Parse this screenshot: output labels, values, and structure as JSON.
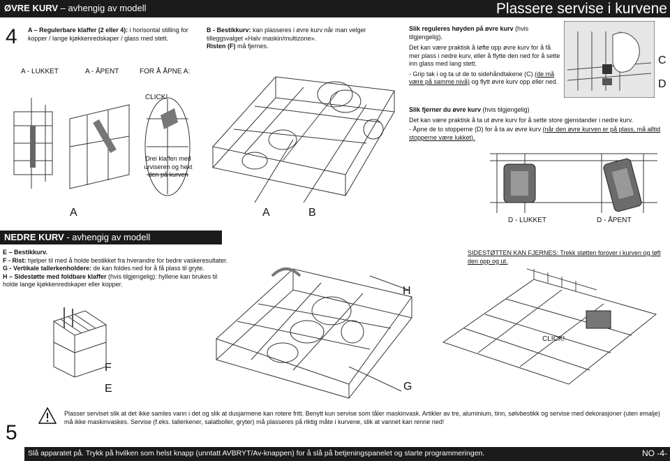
{
  "header": {
    "upper_basket_label": "ØVRE KURV",
    "upper_basket_suffix": " – avhengig av modell",
    "page_title": "Plassere servise i kurvene"
  },
  "step4": {
    "number": "4",
    "a_title": "A – Regulerbare klaffer (2 eller 4):",
    "a_text": " i horisontal stilling for kopper / lange kjøkkenredskaper / glass med stett.",
    "label_locked": "A - LUKKET",
    "label_open": "A - ÅPENT",
    "label_to_open": "FOR Å ÅPNE A:",
    "click": "CLICK!",
    "rotate_text": "Drei klaffen med urviseren og hekt den på kurven",
    "letter_a1": "A",
    "letter_a2": "A",
    "letter_b": "B"
  },
  "basket_b": {
    "title": "B - Bestikkurv:",
    "text": " kan plasseres i øvre kurv når man velger tilleggsvalget «Halv maskin/multizone».",
    "rack_title": "Risten (F)",
    "rack_text": " må fjernes."
  },
  "height": {
    "title": "Slik reguleres høyden på øvre kurv",
    "title_note": " (hvis tilgjengelig).",
    "p1": "Det kan være praktisk å løfte opp øvre kurv for å få mer plass i nedre kurv, eller å flytte den ned for å sette inn glass med lang stett.",
    "p2_a": "- Grip tak i og ta ut de to sidehåndtakene (C) ",
    "p2_b": "(de må være på samme nivå)",
    "p2_c": " og flytt øvre kurv opp eller ned.",
    "letter_c": "C",
    "letter_d": "D"
  },
  "remove": {
    "title": "Slik fjerner du øvre kurv",
    "title_note": " (hvis tilgjengelig)",
    "p1": "Det kan være praktisk å ta ut øvre kurv for å sette store gjenstander i nedre kurv.",
    "p2_a": "- Åpne de to stopperne (D) for å ta av øvre kurv ",
    "p2_b": "(når den øvre kurven er på plass, må alltid stopperne være lukket).",
    "label_locked": "D - LUKKET",
    "label_open": "D - ÅPENT"
  },
  "lower": {
    "bar_label": "NEDRE KURV",
    "bar_suffix": " - avhengig av modell",
    "e": "E – Bestikkurv.",
    "f_title": "F - Rist:",
    "f_text": " hjelper til med å holde bestikket fra hverandre for bedre vaskeresultater.",
    "g_title": "G - Vertikale tallerkenholdere:",
    "g_text": " de kan foldes ned for å få plass til gryte.",
    "h_title": "H – Sidestøtte med foldbare klaffer",
    "h_text": " (hvis tilgjengelig): hyllene kan brukes til holde lange kjøkkenredskaper eller kopper.",
    "letter_f": "F",
    "letter_e": "E",
    "letter_g": "G",
    "letter_h": "H",
    "side_support": "SIDESTØTTEN KAN FJERNES: Trekk støtten forover i kurven og løft den opp og ut.",
    "click": "CLICK!"
  },
  "warning": {
    "text": "Plasser serviset slik at det ikke samles vann i det og slik at dusjarmene kan rotere fritt. Benytt kun servise som tåler maskinvask. Artikler av tre, aluminium, tinn, sølvbestikk og servise med dekorasjoner (uten emalje) må ikke maskinvaskes. Servise (f.eks. tallerkener, salatboller, gryter) må plasseres på riktig måte i kurvene, slik at vannet kan renne ned!"
  },
  "step5": {
    "number": "5",
    "text": "Slå apparatet på. Trykk på hvilken som helst knapp (unntatt AVBRYT/Av-knappen) for å slå på betjeningspanelet og starte programmeringen.",
    "page": "NO -4-"
  },
  "colors": {
    "bar": "#1b1b1b",
    "line": "#333333"
  }
}
